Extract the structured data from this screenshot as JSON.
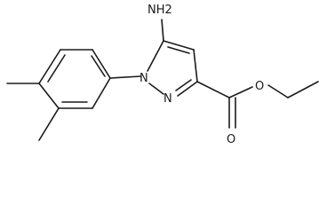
{
  "molecule": {
    "atom_labels": {
      "amino": "NH2",
      "n1": "N",
      "n2": "N",
      "ester_o": "O",
      "carbonyl_o": "O"
    }
  }
}
